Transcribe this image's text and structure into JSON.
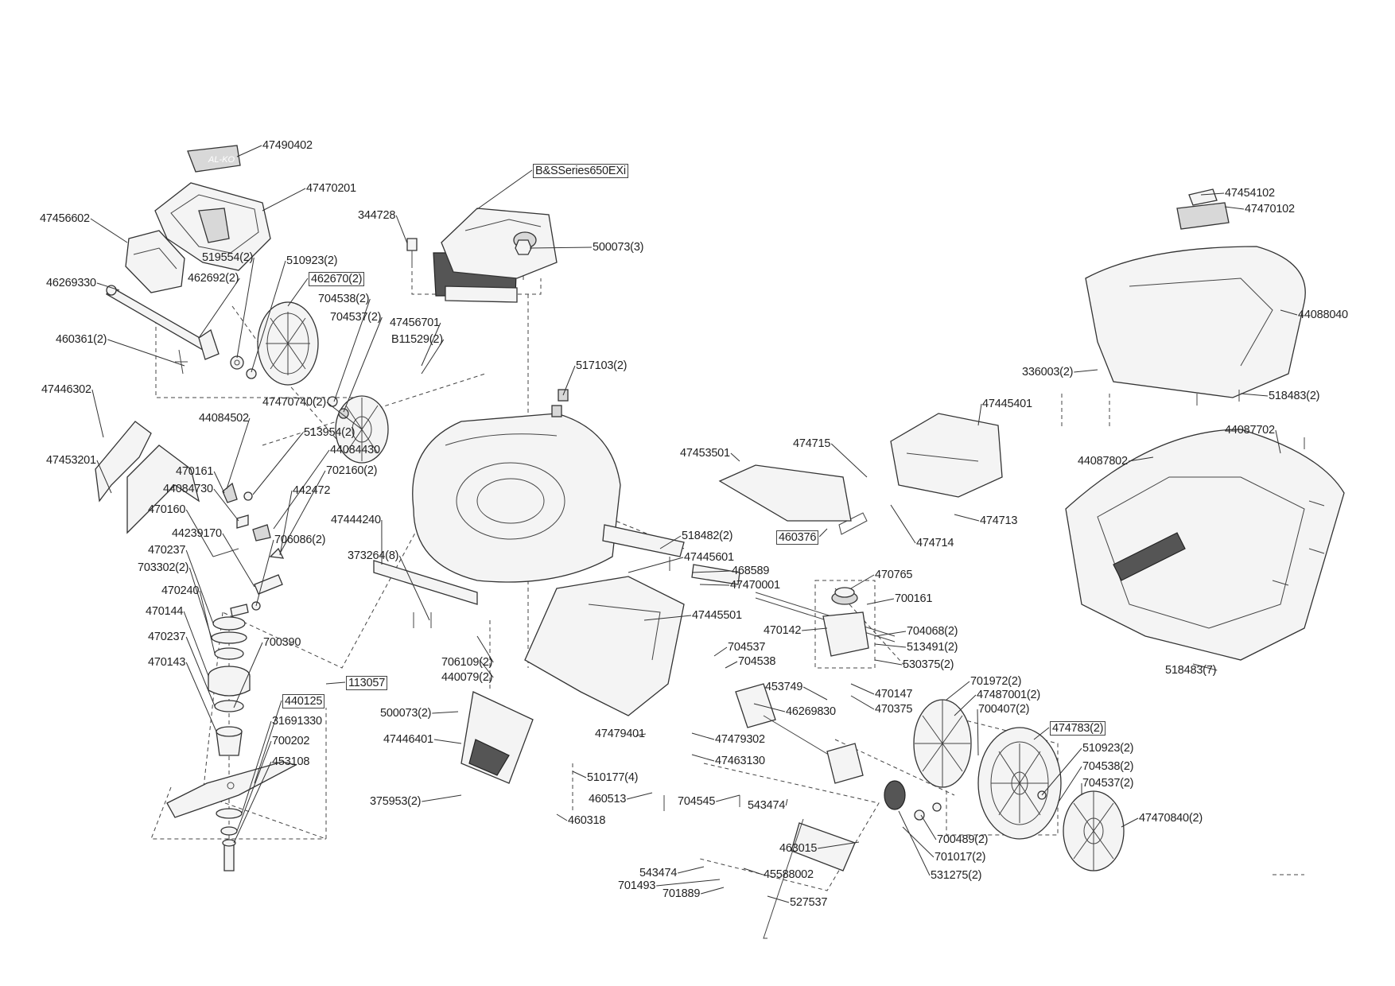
{
  "title": "Exploded parts diagram – lawn mower",
  "colors": {
    "line": "#333333",
    "background": "#ffffff"
  },
  "labels": [
    {
      "id": "47490402",
      "text": "47490402"
    },
    {
      "id": "47470201",
      "text": "47470201"
    },
    {
      "id": "47456602",
      "text": "47456602"
    },
    {
      "id": "519554",
      "text": "519554(2)"
    },
    {
      "id": "510923a",
      "text": "510923(2)"
    },
    {
      "id": "46269330",
      "text": "46269330"
    },
    {
      "id": "462692",
      "text": "462692(2)"
    },
    {
      "id": "462670",
      "text": "462670(2)",
      "boxed": true
    },
    {
      "id": "704538a",
      "text": "704538(2)"
    },
    {
      "id": "704537a",
      "text": "704537(2)"
    },
    {
      "id": "460361",
      "text": "460361(2)"
    },
    {
      "id": "47456701",
      "text": "47456701"
    },
    {
      "id": "B11529",
      "text": "B11529(2)"
    },
    {
      "id": "47470740",
      "text": "47470740(2)"
    },
    {
      "id": "47446302",
      "text": "47446302"
    },
    {
      "id": "44084502",
      "text": "44084502"
    },
    {
      "id": "47453201",
      "text": "47453201"
    },
    {
      "id": "513954",
      "text": "513954(2)"
    },
    {
      "id": "44084430",
      "text": "44084430"
    },
    {
      "id": "470161",
      "text": "470161"
    },
    {
      "id": "702160",
      "text": "702160(2)"
    },
    {
      "id": "44084730",
      "text": "44084730"
    },
    {
      "id": "442472",
      "text": "442472"
    },
    {
      "id": "470160",
      "text": "470160"
    },
    {
      "id": "47444240",
      "text": "47444240"
    },
    {
      "id": "44239170",
      "text": "44239170"
    },
    {
      "id": "706086",
      "text": "706086(2)"
    },
    {
      "id": "373264",
      "text": "373264(8)"
    },
    {
      "id": "470237a",
      "text": "470237"
    },
    {
      "id": "703302",
      "text": "703302(2)"
    },
    {
      "id": "470240",
      "text": "470240"
    },
    {
      "id": "470144",
      "text": "470144"
    },
    {
      "id": "470237b",
      "text": "470237"
    },
    {
      "id": "700390",
      "text": "700390"
    },
    {
      "id": "470143",
      "text": "470143"
    },
    {
      "id": "113057",
      "text": "113057",
      "boxed": true
    },
    {
      "id": "440125",
      "text": "440125",
      "boxed": true
    },
    {
      "id": "31691330",
      "text": "31691330"
    },
    {
      "id": "700202",
      "text": "700202"
    },
    {
      "id": "453108",
      "text": "453108"
    },
    {
      "id": "BS",
      "text": "B&SSeries650EXi",
      "boxed": true
    },
    {
      "id": "344728",
      "text": "344728"
    },
    {
      "id": "500073a",
      "text": "500073(3)"
    },
    {
      "id": "517103",
      "text": "517103(2)"
    },
    {
      "id": "518482",
      "text": "518482(2)"
    },
    {
      "id": "47445601",
      "text": "47445601"
    },
    {
      "id": "468589",
      "text": "468589"
    },
    {
      "id": "47470001",
      "text": "47470001"
    },
    {
      "id": "47445501",
      "text": "47445501"
    },
    {
      "id": "706109",
      "text": "706109(2)"
    },
    {
      "id": "440079",
      "text": "440079(2)"
    },
    {
      "id": "500073b",
      "text": "500073(2)"
    },
    {
      "id": "47446401",
      "text": "47446401"
    },
    {
      "id": "375953",
      "text": "375953(2)"
    },
    {
      "id": "47479401",
      "text": "47479401"
    },
    {
      "id": "47479302",
      "text": "47479302"
    },
    {
      "id": "47463130",
      "text": "47463130"
    },
    {
      "id": "510177",
      "text": "510177(4)"
    },
    {
      "id": "460513",
      "text": "460513"
    },
    {
      "id": "460318",
      "text": "460318"
    },
    {
      "id": "704545",
      "text": "704545"
    },
    {
      "id": "543474a",
      "text": "543474"
    },
    {
      "id": "463015",
      "text": "463015"
    },
    {
      "id": "543474b",
      "text": "543474"
    },
    {
      "id": "45588002",
      "text": "45588002"
    },
    {
      "id": "701493",
      "text": "701493"
    },
    {
      "id": "701889",
      "text": "701889"
    },
    {
      "id": "527537",
      "text": "527537"
    },
    {
      "id": "704537b",
      "text": "704537"
    },
    {
      "id": "704538b",
      "text": "704538"
    },
    {
      "id": "453749",
      "text": "453749"
    },
    {
      "id": "46269830",
      "text": "46269830"
    },
    {
      "id": "47453501",
      "text": "47453501"
    },
    {
      "id": "474715",
      "text": "474715"
    },
    {
      "id": "47445401",
      "text": "47445401"
    },
    {
      "id": "474713",
      "text": "474713"
    },
    {
      "id": "460376",
      "text": "460376",
      "boxed": true
    },
    {
      "id": "474714",
      "text": "474714"
    },
    {
      "id": "470765",
      "text": "470765"
    },
    {
      "id": "700161",
      "text": "700161"
    },
    {
      "id": "470142",
      "text": "470142"
    },
    {
      "id": "704068",
      "text": "704068(2)"
    },
    {
      "id": "513491",
      "text": "513491(2)"
    },
    {
      "id": "530375",
      "text": "530375(2)"
    },
    {
      "id": "470147",
      "text": "470147"
    },
    {
      "id": "470375",
      "text": "470375"
    },
    {
      "id": "701972",
      "text": "701972(2)"
    },
    {
      "id": "47487001",
      "text": "47487001(2)"
    },
    {
      "id": "700407",
      "text": "700407(2)"
    },
    {
      "id": "474783",
      "text": "474783(2)",
      "boxed": true
    },
    {
      "id": "510923b",
      "text": "510923(2)"
    },
    {
      "id": "704538c",
      "text": "704538(2)"
    },
    {
      "id": "704537c",
      "text": "704537(2)"
    },
    {
      "id": "47470840",
      "text": "47470840(2)"
    },
    {
      "id": "700489",
      "text": "700489(2)"
    },
    {
      "id": "701017",
      "text": "701017(2)"
    },
    {
      "id": "531275",
      "text": "531275(2)"
    },
    {
      "id": "47454102",
      "text": "47454102"
    },
    {
      "id": "47470102",
      "text": "47470102"
    },
    {
      "id": "44088040",
      "text": "44088040"
    },
    {
      "id": "336003",
      "text": "336003(2)"
    },
    {
      "id": "518483a",
      "text": "518483(2)"
    },
    {
      "id": "44087702",
      "text": "44087702"
    },
    {
      "id": "44087802",
      "text": "44087802"
    },
    {
      "id": "518483b",
      "text": "518483(7)"
    }
  ]
}
